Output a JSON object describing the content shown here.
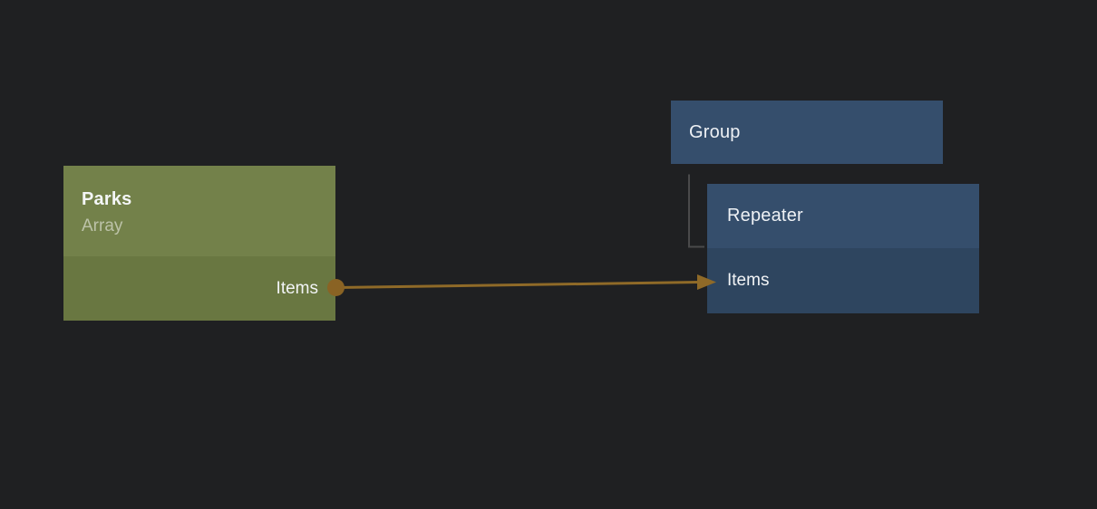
{
  "canvas": {
    "background_color": "#1f2022"
  },
  "nodes": {
    "parks": {
      "title": "Parks",
      "subtitle": "Array",
      "port": {
        "label": "Items",
        "direction": "output"
      },
      "colors": {
        "header": "#73814a",
        "body": "#697741"
      }
    },
    "group": {
      "title": "Group",
      "colors": {
        "header": "#354e6c"
      }
    },
    "repeater": {
      "title": "Repeater",
      "port": {
        "label": "Items",
        "direction": "input"
      },
      "colors": {
        "header": "#354e6c",
        "body": "#2e455f"
      }
    }
  },
  "connectors": {
    "binding": {
      "from": "Parks Items",
      "to": "Repeater Items",
      "color": "#8f6a28",
      "dot_color": "#8a6324"
    },
    "hierarchy": {
      "from": "Group",
      "to": "Repeater",
      "color": "#4a4a4b"
    }
  }
}
